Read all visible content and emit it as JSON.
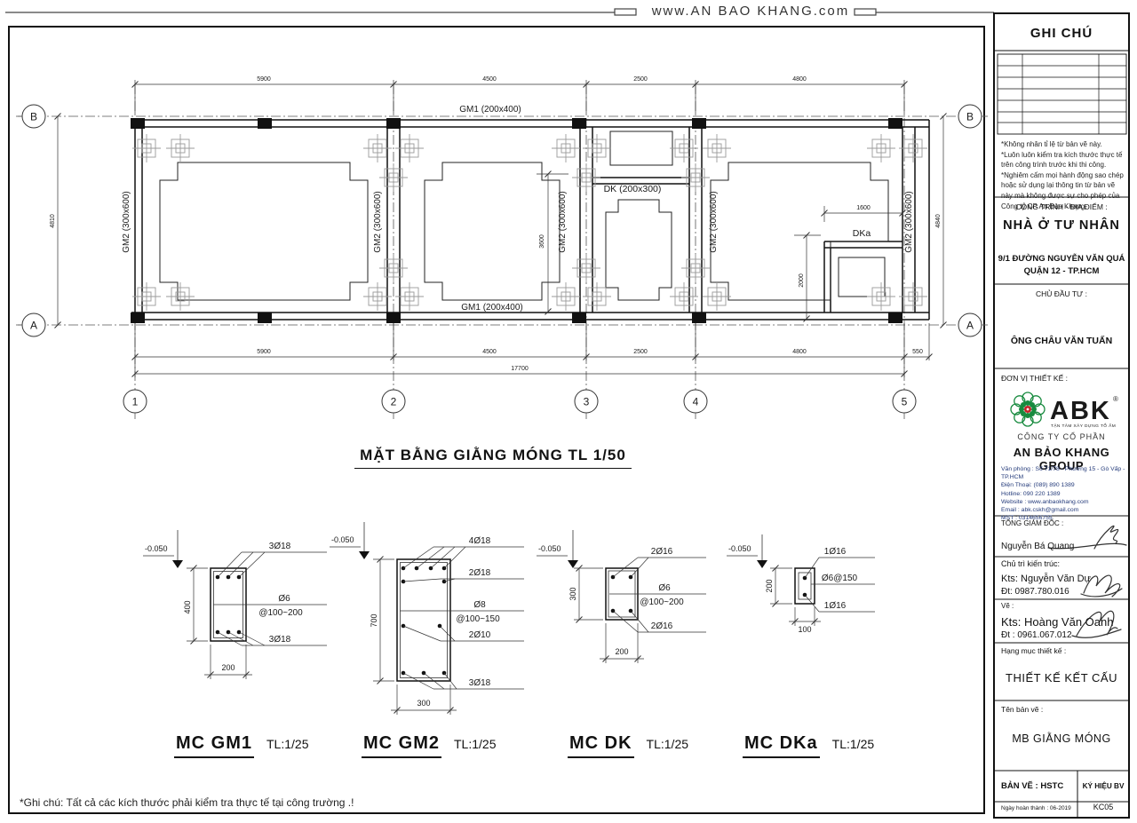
{
  "header": {
    "url": "www.AN BAO KHANG.com"
  },
  "plan": {
    "title": "MẶT BẰNG GIẰNG MÓNG TL 1/50",
    "grid_cols": [
      "1",
      "2",
      "3",
      "4",
      "5"
    ],
    "grid_rows": [
      "B",
      "A"
    ],
    "dims_top": [
      "5900",
      "4500",
      "2500",
      "4800"
    ],
    "dims_bottom": [
      "5900",
      "4500",
      "2500",
      "4800",
      "550"
    ],
    "dim_total": "17700",
    "dim_left": "4810",
    "dim_right": "4840",
    "dim_room2_depth": "3600",
    "dim_dka_width": "1600",
    "dim_dka_depth": "2000",
    "labels": {
      "gm1": "GM1 (200x400)",
      "gm2": "GM2 (300x600)",
      "dk": "DK (200x300)",
      "dka": "DKa"
    }
  },
  "sections": [
    {
      "name": "MC GM1",
      "scale": "TL:1/25",
      "level": "-0.050",
      "top_rebar": "3Ø18",
      "stirrup": "Ø6",
      "stirrup_spacing": "@100~200",
      "bottom_rebar": "3Ø18",
      "height": "400",
      "width": "200"
    },
    {
      "name": "MC GM2",
      "scale": "TL:1/25",
      "level": "-0.050",
      "top_rebar": "4Ø18",
      "top_rebar2": "2Ø18",
      "stirrup": "Ø8",
      "stirrup_spacing": "@100~150",
      "mid_rebar": "2Ø10",
      "bottom_rebar": "3Ø18",
      "height": "700",
      "width": "300"
    },
    {
      "name": "MC DK",
      "scale": "TL:1/25",
      "level": "-0.050",
      "top_rebar": "2Ø16",
      "stirrup": "Ø6",
      "stirrup_spacing": "@100~200",
      "bottom_rebar": "2Ø16",
      "height": "300",
      "width": "200"
    },
    {
      "name": "MC DKa",
      "scale": "TL:1/25",
      "level": "-0.050",
      "top_rebar": "1Ø16",
      "stirrup": "Ø6@150",
      "bottom_rebar": "1Ø16",
      "height": "200",
      "width": "100"
    }
  ],
  "footnote": "*Ghi chú: Tất cả các kích thước phải kiểm tra thực tế tại công trường .!",
  "title_block": {
    "header": "GHI CHÚ",
    "notes": [
      "*Không nhân tỉ lệ từ bản vẽ này.",
      "*Luôn luôn kiểm tra kích thước thực tế trên công trình trước khi thi công.",
      "*Nghiêm cấm mọi hành động sao chép hoặc sử dụng lại thông tin từ bản vẽ này mà không được sự cho phép của Công ty CP An Bảo Khang."
    ],
    "project_label": "CÔNG TRÌNH - ĐỊA ĐIỂM :",
    "project_name": "NHÀ Ở TƯ NHÂN",
    "project_address1": "9/1 ĐƯỜNG NGUYỄN VĂN QUÁ",
    "project_address2": "QUẬN 12 - TP.HCM",
    "owner_label": "CHỦ ĐẦU TƯ :",
    "owner_name": "ÔNG CHÂU VĂN TUẤN",
    "designer_label": "ĐƠN VỊ THIẾT KẾ :",
    "logo": {
      "text": "ABK",
      "reg": "®",
      "tagline": "TẬN TÂM XÂY DỰNG TỔ ẤM"
    },
    "company_type": "CÔNG TY CỔ PHẦN",
    "company_name": "AN BẢO KHANG GROUP",
    "company_info": [
      "Văn phòng : Số 71/78 - Phường 15 - Gò Vấp - TP.HCM",
      "Điện Thoại: (089) 890 1389",
      "Hotline: 090 220 1389",
      "Website : www.anbaokhang.com",
      "Email : abk.cskh@gmail.com",
      "MST : 0314656755"
    ],
    "director_label": "TỔNG GIÁM ĐỐC :",
    "director_name": "Nguyễn Bá Quang",
    "architect_label": "Chủ trì kiến trúc:",
    "architect_name": "Kts: Nguyễn Văn Dự",
    "architect_phone": "Đt: 0987.780.016",
    "drafter_label": "Vẽ :",
    "drafter_name": "Kts: Hoàng Văn Oanh",
    "drafter_phone": "Đt : 0961.067.012",
    "category_label": "Hạng mục thiết kế :",
    "category_value": "THIẾT KẾ KẾT CẤU",
    "drawing_name_label": "Tên bản vẽ :",
    "drawing_name_value": "MB GIẰNG MÓNG",
    "sheet_label": "BẢN VẼ : HSTC",
    "symbol_label": "KÝ HIỆU BV",
    "date_label": "Ngày hoàn thành : 06-2019",
    "sheet_code": "KC05"
  }
}
